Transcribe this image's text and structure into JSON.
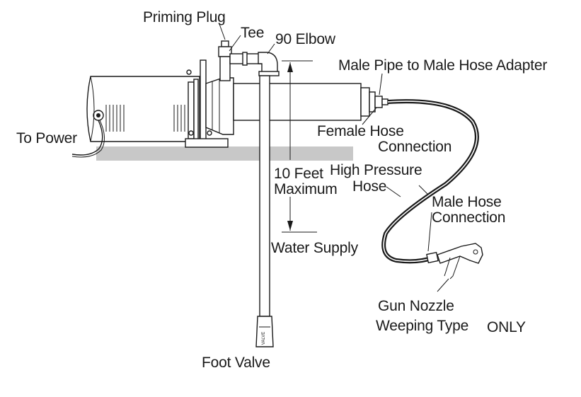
{
  "labels": {
    "priming_plug": "Priming Plug",
    "tee": "Tee",
    "elbow_90": "90 Elbow",
    "male_pipe_adapter": "Male Pipe to Male Hose Adapter",
    "to_power": "To Power",
    "female_hose_line1": "Female Hose",
    "female_hose_line2": "Connection",
    "ten_feet_line1": "10 Feet",
    "ten_feet_line2": "Maximum",
    "hp_hose_line1": "High Pressure",
    "hp_hose_line2": "Hose",
    "male_hose_line1": "Male Hose",
    "male_hose_line2": "Connection",
    "water_supply": "Water Supply",
    "gun_nozzle_line1": "Gun Nozzle",
    "gun_nozzle_line2": "Weeping Type",
    "gun_nozzle_only": "ONLY",
    "foot_valve": "Foot Valve"
  }
}
